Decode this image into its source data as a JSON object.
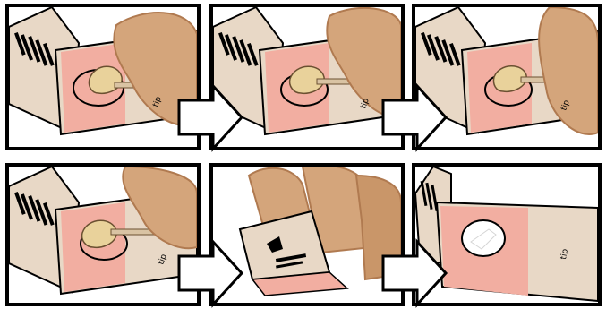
{
  "panels": [
    {
      "id": "step-1",
      "label_text": "tip"
    },
    {
      "id": "step-2",
      "label_text": "tip"
    },
    {
      "id": "step-3",
      "label_text": "tip"
    },
    {
      "id": "step-4",
      "label_text": "tip"
    },
    {
      "id": "step-5",
      "label_text": ""
    },
    {
      "id": "step-6",
      "label_text": "tip"
    }
  ],
  "colors": {
    "card": "#e8d8c6",
    "pink_zone": "#f2aea1",
    "skin": "#d4a57b",
    "skin_dark": "#b07a50",
    "swab": "#e9d29b",
    "outline": "#000000"
  },
  "icons": [
    "arrow-right-icon"
  ]
}
